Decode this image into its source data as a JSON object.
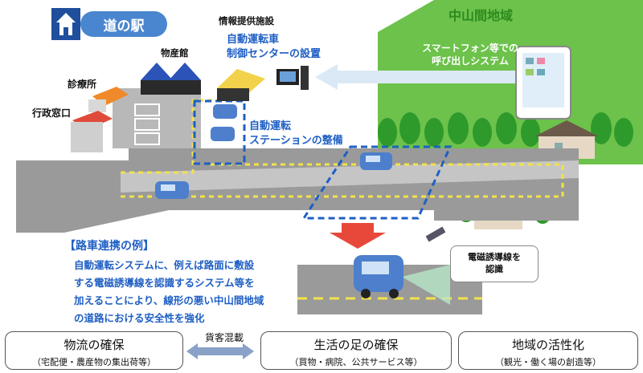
{
  "header": {
    "michi_no_eki": "道の駅",
    "info_facility": "情報提供施設",
    "control_center_line1": "自動運転車",
    "control_center_line2": "制御センターの設置"
  },
  "labels": {
    "bussankan": "物産館",
    "clinic": "診療所",
    "admin_window": "行政窓口",
    "station_line1": "自動運転",
    "station_line2": "ステーションの整備",
    "region": "中山間地域",
    "phone_line1": "スマートフォン等での",
    "phone_line2": "呼び出しシステム",
    "guide_wire_line1": "電磁誘導線を",
    "guide_wire_line2": "認識"
  },
  "example": {
    "heading": "【路車連携の例】",
    "lines": [
      "自動運転システムに、例えば路面に敷設",
      "する電磁誘導線を認識するシステム等を",
      "加えることにより、線形の悪い中山間地域",
      "の道路における安全性を強化"
    ]
  },
  "bottom": {
    "box1_title": "物流の確保",
    "box1_sub": "（宅配便・農産物の集出荷等）",
    "cargo": "貨客混載",
    "box2_title": "生活の足の確保",
    "box2_sub": "（買物・病院、公共サービス等）",
    "box3_title": "地域の活性化",
    "box3_sub": "（観光・働く場の創造等）"
  },
  "colors": {
    "region_green": "#6cc24a",
    "accent_blue": "#1f5fc4",
    "road_gray": "#9a9a9a",
    "dash_yellow": "#f2e24a",
    "arrow_red": "#e8483a"
  }
}
